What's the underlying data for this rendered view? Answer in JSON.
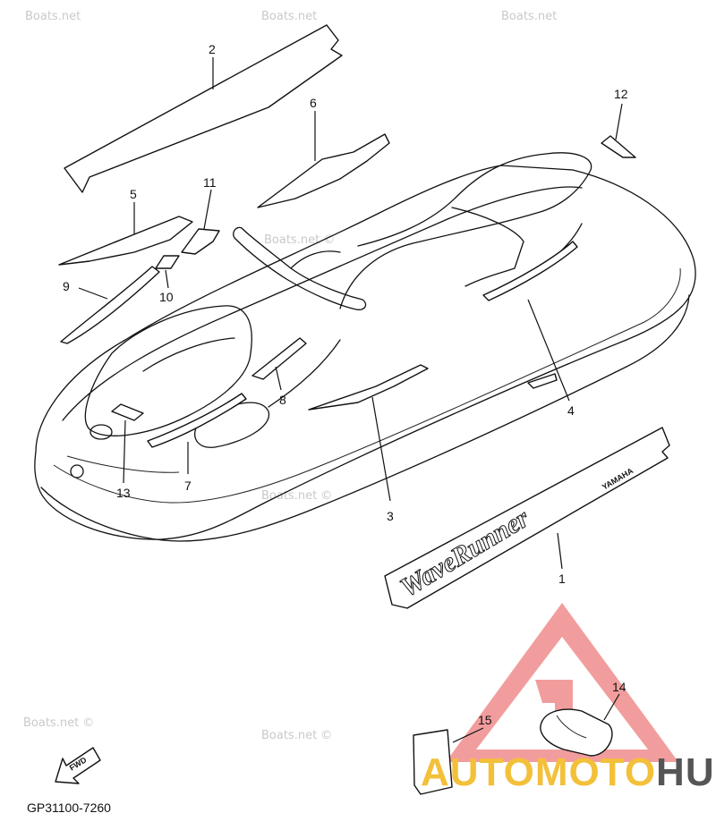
{
  "callouts": [
    "1",
    "2",
    "3",
    "4",
    "5",
    "6",
    "7",
    "8",
    "9",
    "10",
    "11",
    "12",
    "13",
    "14",
    "15"
  ],
  "watermark": "Boats.net ©",
  "watermark_short": "Boats.net",
  "fwd_label": "FWD",
  "part_number": "GP31100-7260",
  "decal_text": "WaveRunner",
  "decal_brand": "YAMAHA",
  "logo": {
    "name_part1": "AUTOMOTO",
    "name_part2": "HUB",
    "triangle_color": "#f08c8c",
    "color_part1": "#f3c03a",
    "color_part2": "#555555"
  }
}
